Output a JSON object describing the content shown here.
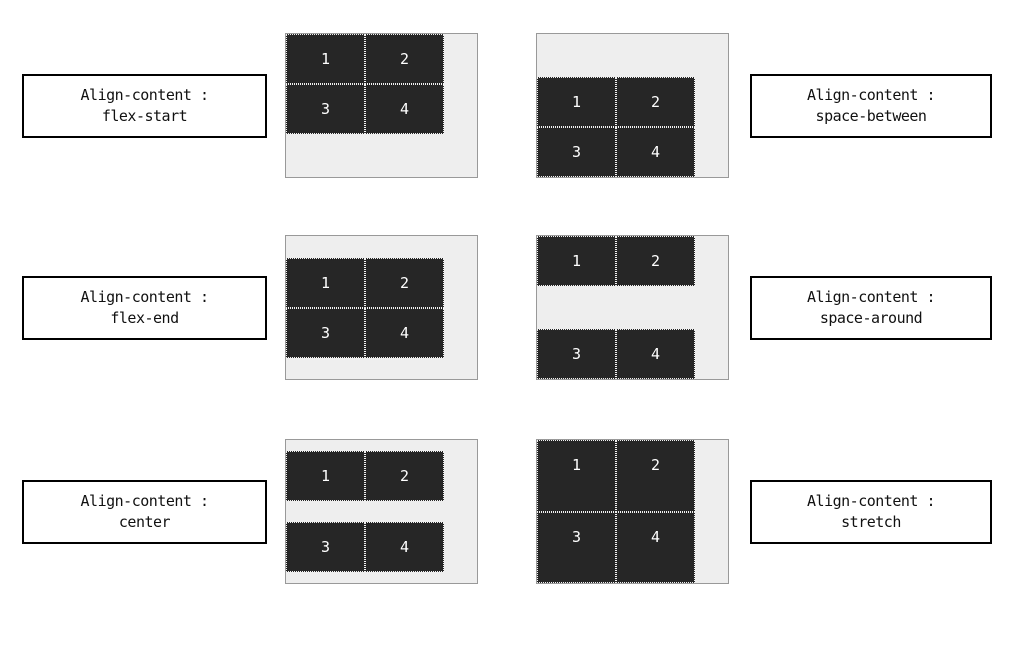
{
  "colors": {
    "page_background": "#ffffff",
    "item_fill": "#262626",
    "item_dotted_border": "#f2f2f2",
    "demo_background": "#eeeeee",
    "demo_border": "#999999",
    "label_border": "#000000",
    "item_text": "#ffffff"
  },
  "panels": [
    {
      "property": "Align-content :",
      "value": "flex-start",
      "label_side": "left",
      "demo_visual": "two rows packed at top, empty space below",
      "items": [
        "1",
        "2",
        "3",
        "4"
      ]
    },
    {
      "property": "Align-content :",
      "value": "space-between",
      "label_side": "right",
      "demo_visual": "two rows packed at bottom, empty space above",
      "items": [
        "1",
        "2",
        "3",
        "4"
      ]
    },
    {
      "property": "Align-content :",
      "value": "flex-end",
      "label_side": "left",
      "demo_visual": "two rows vertically centered",
      "items": [
        "1",
        "2",
        "3",
        "4"
      ]
    },
    {
      "property": "Align-content :",
      "value": "space-around",
      "label_side": "right",
      "demo_visual": "rows at top and bottom edges with gap between",
      "items": [
        "1",
        "2",
        "3",
        "4"
      ]
    },
    {
      "property": "Align-content :",
      "value": "center",
      "label_side": "left",
      "demo_visual": "rows with space around them (small top/bottom gaps, larger middle gap)",
      "items": [
        "1",
        "2",
        "3",
        "4"
      ]
    },
    {
      "property": "Align-content :",
      "value": "stretch",
      "label_side": "right",
      "demo_visual": "rows stretched to fill full container height",
      "items": [
        "1",
        "2",
        "3",
        "4"
      ]
    }
  ]
}
